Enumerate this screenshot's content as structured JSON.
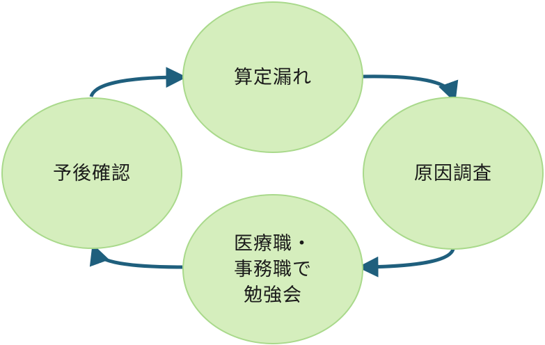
{
  "cycle": {
    "nodes": [
      {
        "label": "算定漏れ"
      },
      {
        "label": "原因調査"
      },
      {
        "label": "医療職・\n事務職で\n勉強会"
      },
      {
        "label": "予後確認"
      }
    ]
  },
  "colors": {
    "node_fill": "#d5eebd",
    "node_border": "#a9d98b",
    "arrow": "#1f5f7d"
  }
}
